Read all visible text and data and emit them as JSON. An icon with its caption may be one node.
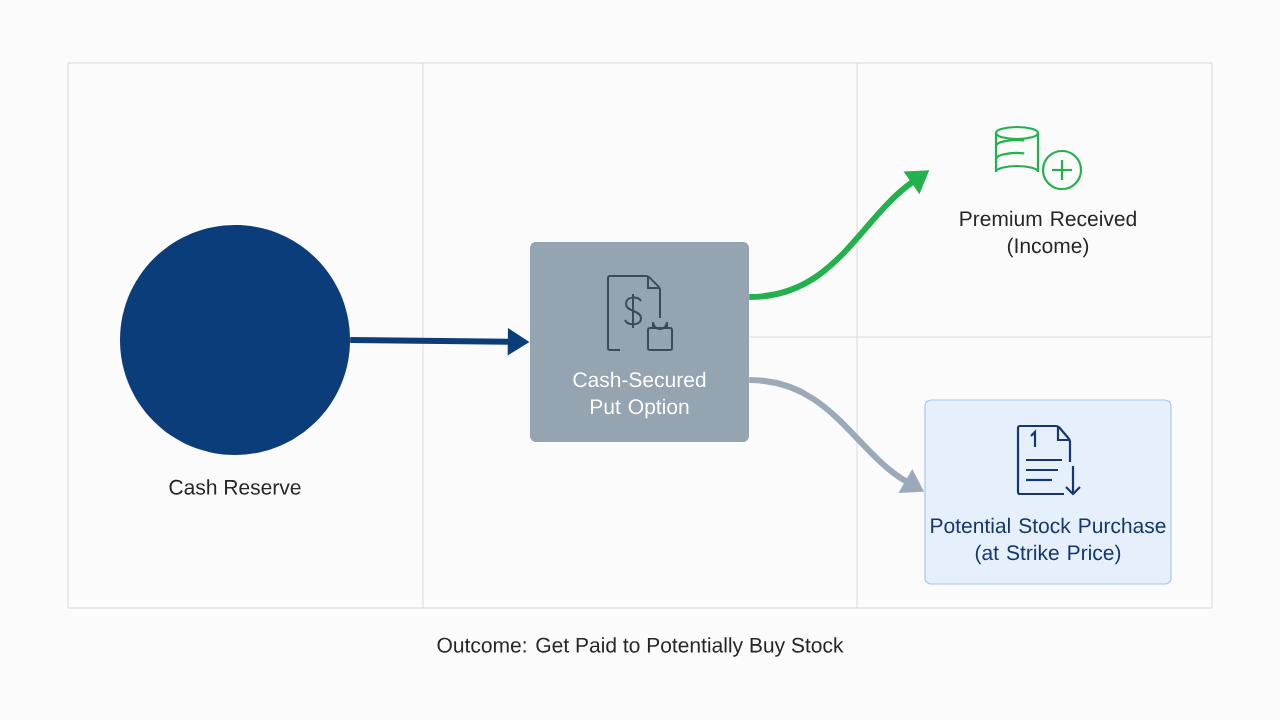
{
  "diagram": {
    "caption": "Outcome: Get Paid to Potentially Buy Stock",
    "nodes": [
      {
        "text": [
          "Cash Reserve"
        ]
      },
      {
        "text": [
          "Cash-Secured Put Option"
        ]
      },
      {
        "text": [
          "Premium Received (Income)"
        ]
      },
      {
        "text": [
          "Potential Stock Purchase (at Strike Price)"
        ]
      }
    ],
    "edges": [
      {
        "from": 0,
        "to": 1,
        "arrow": "to",
        "color": "#0b3d7a"
      },
      {
        "from": 1,
        "to": 2,
        "arrow": "to",
        "color": "#22b14c"
      },
      {
        "from": 1,
        "to": 3,
        "arrow": "to",
        "color": "#9aaab8"
      }
    ]
  }
}
